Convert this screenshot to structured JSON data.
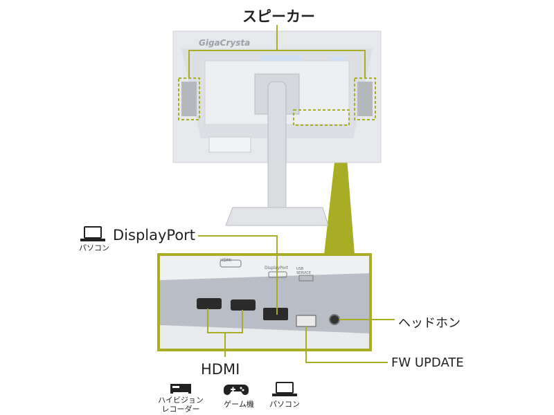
{
  "labels": {
    "speaker": "スピーカー",
    "displayport": "DisplayPort",
    "pc_top": "パソコン",
    "headphone": "ヘッドホン",
    "fw_update": "FW UPDATE",
    "hdmi": "HDMI"
  },
  "monitor": {
    "brand": "GigaCrysta",
    "port_print": {
      "hdmi": "HDMI",
      "displayport": "DisplayPort",
      "usb": "USB SERVICE"
    }
  },
  "devices": [
    {
      "icon": "recorder-icon",
      "caption": "ハイビジョン\nレコーダー"
    },
    {
      "icon": "gamepad-icon",
      "caption": "ゲーム機"
    },
    {
      "icon": "laptop-icon",
      "caption": "パソコン"
    }
  ],
  "colors": {
    "accent": "#a8ad24",
    "accent_dark": "#8d931c",
    "monitor_body": "#e4e6ea",
    "monitor_shadow": "#c9ccd1",
    "port_panel": "#b7bcc4"
  }
}
